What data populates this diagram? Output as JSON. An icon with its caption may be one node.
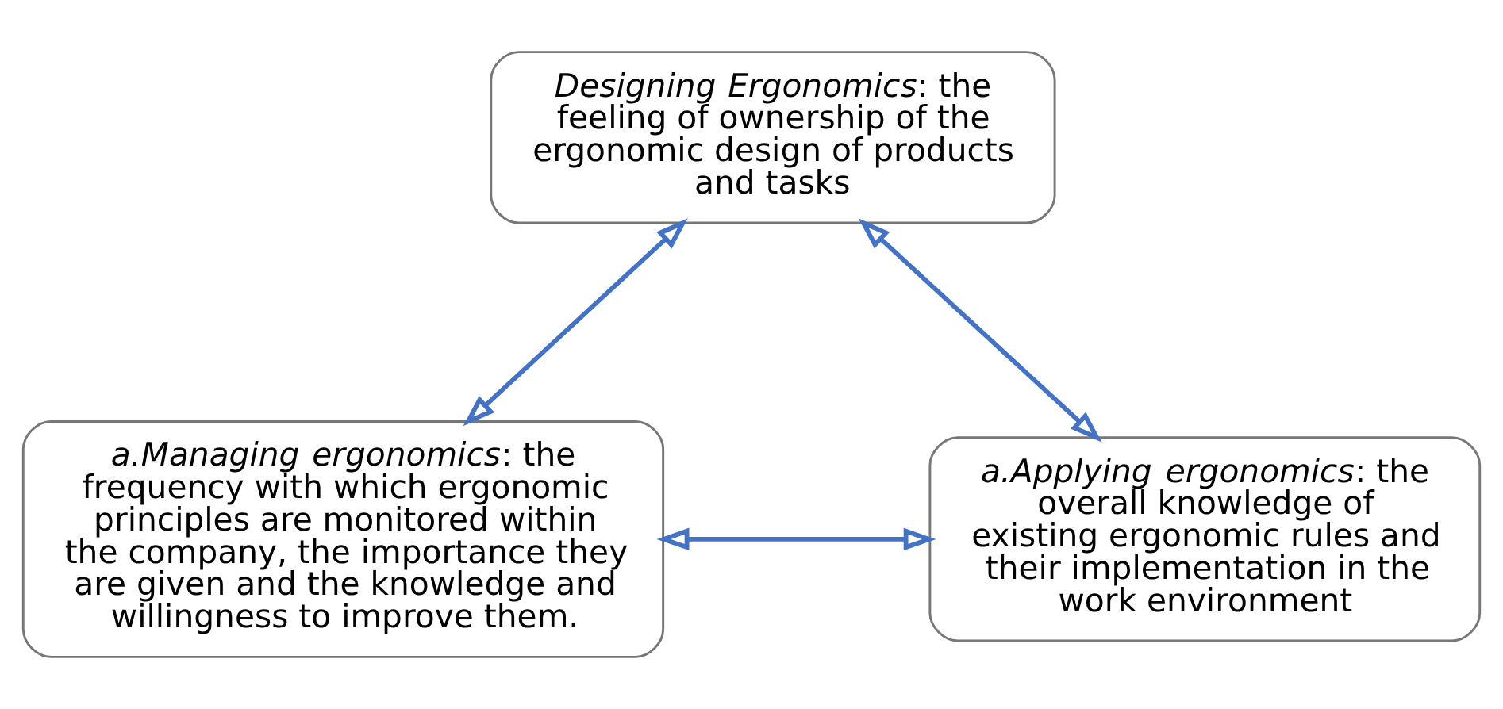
{
  "diagram": {
    "nodes": [
      {
        "text": [
          "*Designing Ergonomics*: the feeling of ownership of the ergonomic design of products and tasks"
        ]
      },
      {
        "text": [
          "*a.Managing ergonomics*: the frequency with which ergonomic principles are monitored within the company, the importance they are given and the knowledge and willingness to improve them."
        ]
      },
      {
        "text": [
          "*a.Applying ergonomics*: the overall knowledge of existing ergonomic rules and their implementation in the work environment"
        ]
      }
    ],
    "edges": [
      {
        "from": 0,
        "to": 1,
        "arrow": "both"
      },
      {
        "from": 0,
        "to": 2,
        "arrow": "both"
      },
      {
        "from": 1,
        "to": 2,
        "arrow": "both"
      }
    ]
  }
}
